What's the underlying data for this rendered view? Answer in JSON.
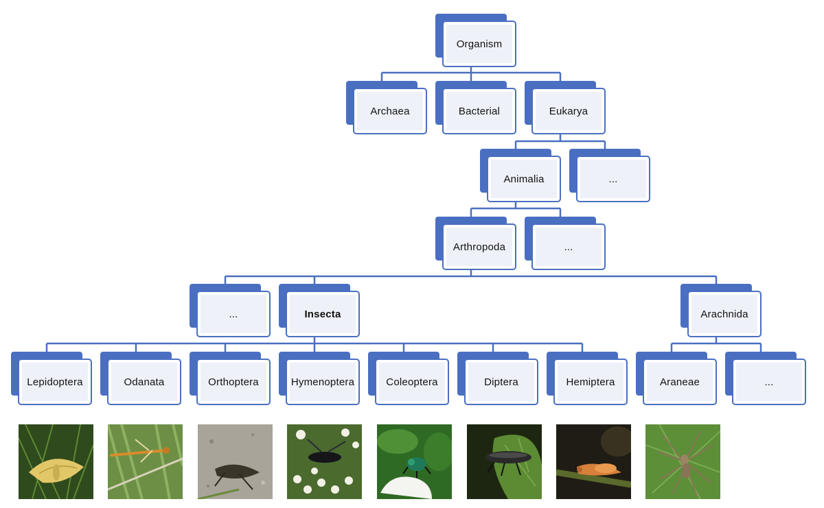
{
  "colors": {
    "box_back": "#4a6fc1",
    "box_front": "#eef1f8",
    "line": "#4a6fc1"
  },
  "tree": {
    "organism": "Organism",
    "archaea": "Archaea",
    "bacterial": "Bacterial",
    "eukarya": "Eukarya",
    "animalia": "Animalia",
    "eukarya_other": "...",
    "arthropoda": "Arthropoda",
    "animalia_other": "...",
    "arthropoda_other": "...",
    "insecta": "Insecta",
    "arachnida": "Arachnida",
    "lepidoptera": "Lepidoptera",
    "odanata": "Odanata",
    "orthoptera": "Orthoptera",
    "hymenoptera": "Hymenoptera",
    "coleoptera": "Coleoptera",
    "diptera": "Diptera",
    "hemiptera": "Hemiptera",
    "araneae": "Araneae",
    "arachnida_other": "..."
  },
  "photos": [
    {
      "depicts": "moth-photo"
    },
    {
      "depicts": "dragonfly-photo"
    },
    {
      "depicts": "grasshopper-photo"
    },
    {
      "depicts": "wasp-photo"
    },
    {
      "depicts": "beetle-photo"
    },
    {
      "depicts": "fly-photo"
    },
    {
      "depicts": "bug-photo"
    },
    {
      "depicts": "spider-photo"
    }
  ]
}
